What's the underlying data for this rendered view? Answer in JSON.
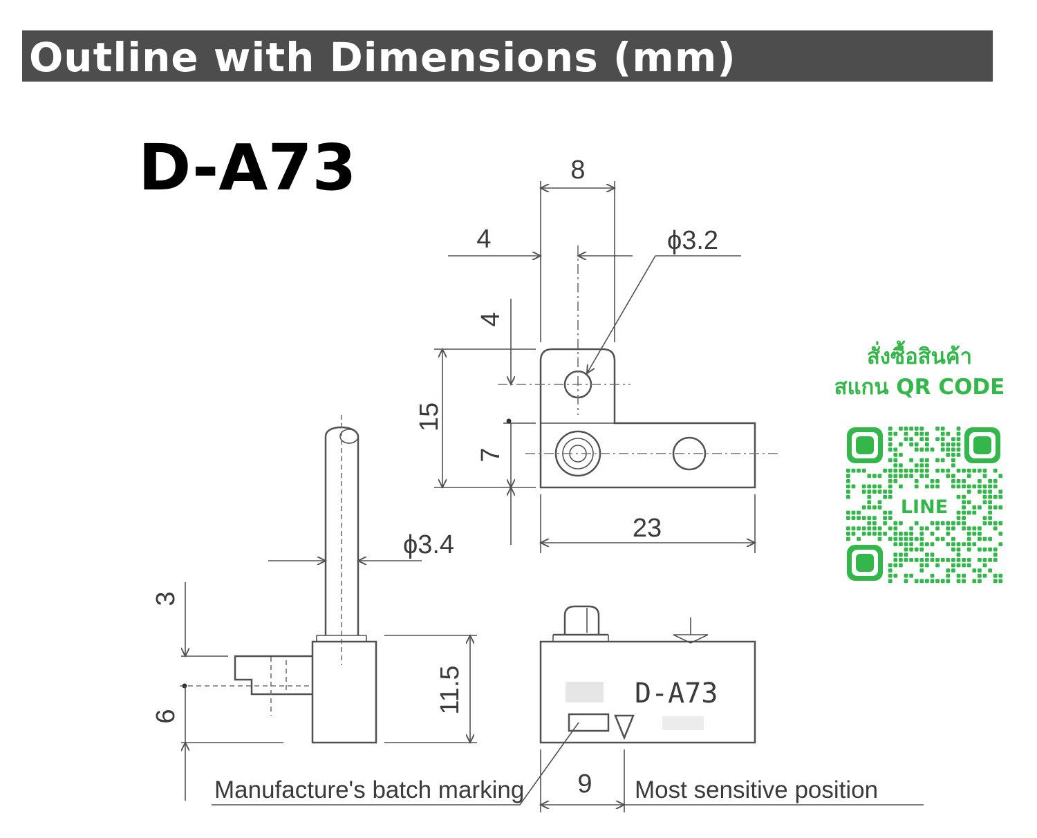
{
  "header": {
    "title": "Outline with Dimensions (mm)",
    "background": "#4d4d4d",
    "text_color": "#ffffff"
  },
  "model": {
    "name": "D-A73"
  },
  "dimensions": {
    "top_width": "8",
    "offset_left": "4",
    "hole_diameter": "ϕ3.2",
    "offset_top": "4",
    "height_total": "15",
    "base_height": "7",
    "body_length": "23",
    "cable_diameter": "ϕ3.4",
    "side_offset_top": "3",
    "side_offset_bottom": "6",
    "side_height": "11.5",
    "sensitive_offset": "9"
  },
  "labels": {
    "body_marking": "D-A73",
    "batch_marking": "Manufacture's batch marking",
    "sensitive_position": "Most sensitive position"
  },
  "promo": {
    "line1": "สั่งซื้อสินค้า",
    "line2": "สแกน QR CODE",
    "qr_label": "LINE",
    "color": "#33b64a"
  }
}
